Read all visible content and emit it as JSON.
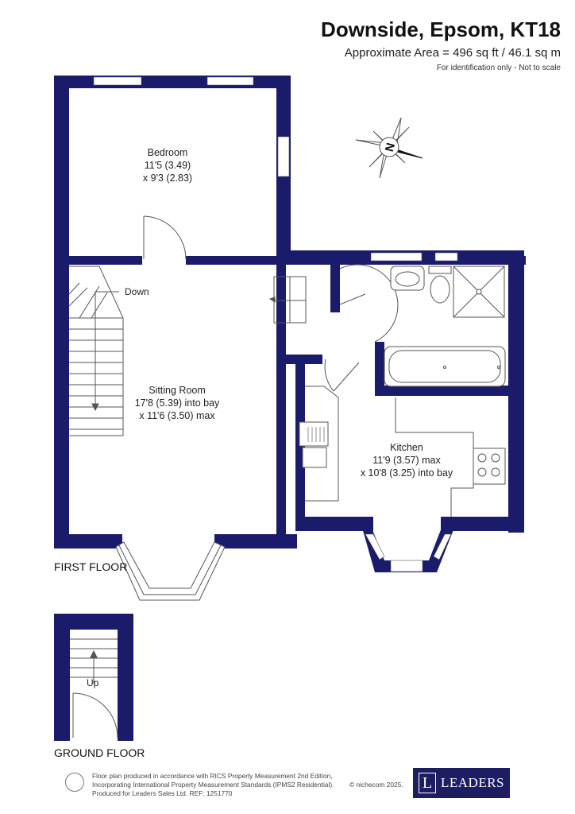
{
  "header": {
    "title": "Downside, Epsom, KT18",
    "area": "Approximate Area = 496 sq ft / 46.1 sq m",
    "disclaimer": "For identification only - Not to scale"
  },
  "compass": {
    "letter": "N"
  },
  "rooms": {
    "bedroom": {
      "name": "Bedroom",
      "dim1": "11'5 (3.49)",
      "dim2": "x 9'3 (2.83)"
    },
    "sitting": {
      "name": "Sitting Room",
      "dim1": "17'8 (5.39) into bay",
      "dim2": "x 11'6 (3.50) max"
    },
    "kitchen": {
      "name": "Kitchen",
      "dim1": "11'9 (3.57) max",
      "dim2": "x 10'8 (3.25) into bay"
    }
  },
  "stairs": {
    "down_label": "Down",
    "up_label": "Up"
  },
  "floors": {
    "first": "FIRST FLOOR",
    "ground": "GROUND FLOOR"
  },
  "footer": {
    "line1": "Floor plan produced in accordance with RICS Property Measurement 2nd Edition,",
    "line2": "Incorporating International Property Measurement Standards (IPMS2 Residential).",
    "line3": "Produced for Leaders Sales Ltd.   REF: 1251770",
    "copyright": "© nichecom 2025."
  },
  "logo": {
    "letter": "L",
    "name": "LEADERS"
  },
  "colors": {
    "wall": "#1b1b6b",
    "logo_bg": "#1d1d63"
  }
}
